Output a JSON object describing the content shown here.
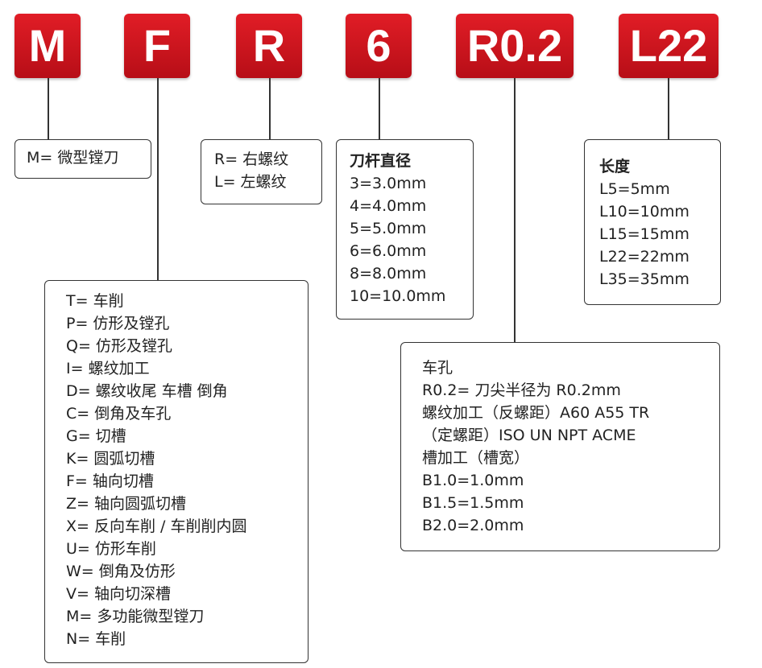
{
  "codes": [
    "M",
    "F",
    "R",
    "6",
    "R0.2",
    "L22"
  ],
  "box_m": [
    "M= 微型镗刀"
  ],
  "box_r": [
    "R= 右螺纹",
    "L= 左螺纹"
  ],
  "box_dia": {
    "title": "刀杆直径",
    "items": [
      "3=3.0mm",
      "4=4.0mm",
      "5=5.0mm",
      "6=6.0mm",
      "8=8.0mm",
      "10=10.0mm"
    ]
  },
  "box_len": {
    "title": "长度",
    "items": [
      "L5=5mm",
      "L10=10mm",
      "L15=15mm",
      "L22=22mm",
      "L35=35mm"
    ]
  },
  "box_type": [
    "T= 车削",
    "P= 仿形及镗孔",
    "Q= 仿形及镗孔",
    "I= 螺纹加工",
    "D= 螺纹收尾 车槽 倒角",
    "C= 倒角及车孔",
    "G= 切槽",
    "K= 圆弧切槽",
    "F= 轴向切槽",
    "Z= 轴向圆弧切槽",
    "X= 反向车削 / 车削削内圆",
    "U= 仿形车削",
    "W= 倒角及仿形",
    "V= 轴向切深槽",
    "M= 多功能微型镗刀",
    "N= 车削"
  ],
  "box_r02": [
    "车孔",
    "R0.2= 刀尖半径为 R0.2mm",
    "螺纹加工（反螺距）A60 A55 TR",
    "（定螺距）ISO UN NPT ACME",
    "槽加工（槽宽）",
    "B1.0=1.0mm",
    "B1.5=1.5mm",
    "B2.0=2.0mm"
  ]
}
